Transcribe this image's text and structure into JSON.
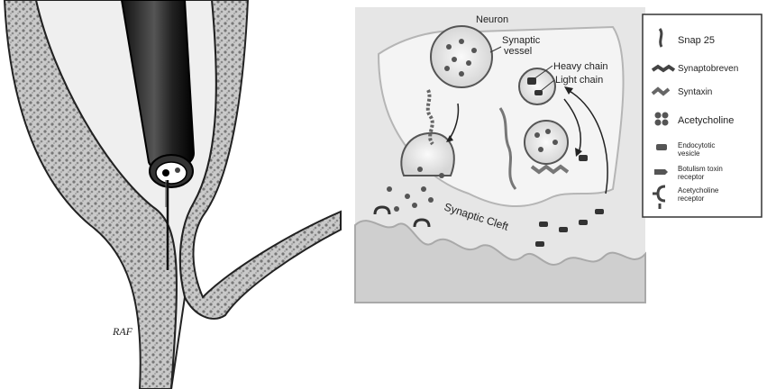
{
  "left_figure": {
    "signature": "RAF"
  },
  "right_figure": {
    "labels": {
      "neuron": "Neuron",
      "synaptic_vessel": "Synaptic vessel",
      "synaptic_vessel_line1": "Synaptic",
      "synaptic_vessel_line2": "vessel",
      "heavy_chain": "Heavy chain",
      "light_chain": "Light chain",
      "synaptic_cleft": "Synaptic Cleft"
    },
    "legend": {
      "items": [
        {
          "icon": "snap25-icon",
          "label": "Snap 25"
        },
        {
          "icon": "synaptobreven-icon",
          "label": "Synaptobreven"
        },
        {
          "icon": "syntaxin-icon",
          "label": "Syntaxin"
        },
        {
          "icon": "acetycholine-icon",
          "label": "Acetycholine"
        },
        {
          "icon": "endocytotic-vesicle-icon",
          "label": "Endocytotic vesicle",
          "line1": "Endocytotic",
          "line2": "vesicle"
        },
        {
          "icon": "botulism-receptor-icon",
          "label": "Botulism toxin receptor",
          "line1": "Botulism toxin",
          "line2": "receptor"
        },
        {
          "icon": "acetycholine-receptor-icon",
          "label": "Acetycholine receptor",
          "line1": "Acetycholine",
          "line2": "receptor"
        }
      ]
    }
  }
}
